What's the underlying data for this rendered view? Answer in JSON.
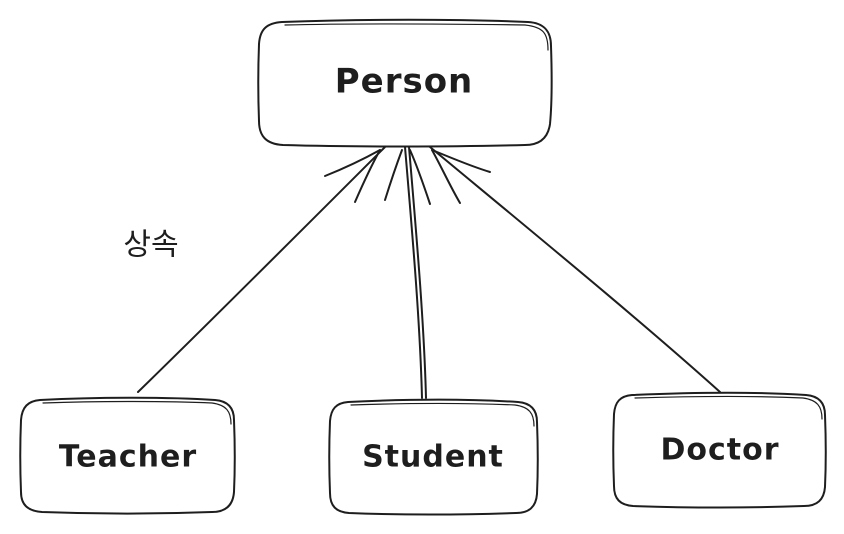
{
  "diagram": {
    "relationship_label": "상속",
    "nodes": {
      "parent": {
        "label": "Person"
      },
      "child_1": {
        "label": "Teacher"
      },
      "child_2": {
        "label": "Student"
      },
      "child_3": {
        "label": "Doctor"
      }
    }
  }
}
